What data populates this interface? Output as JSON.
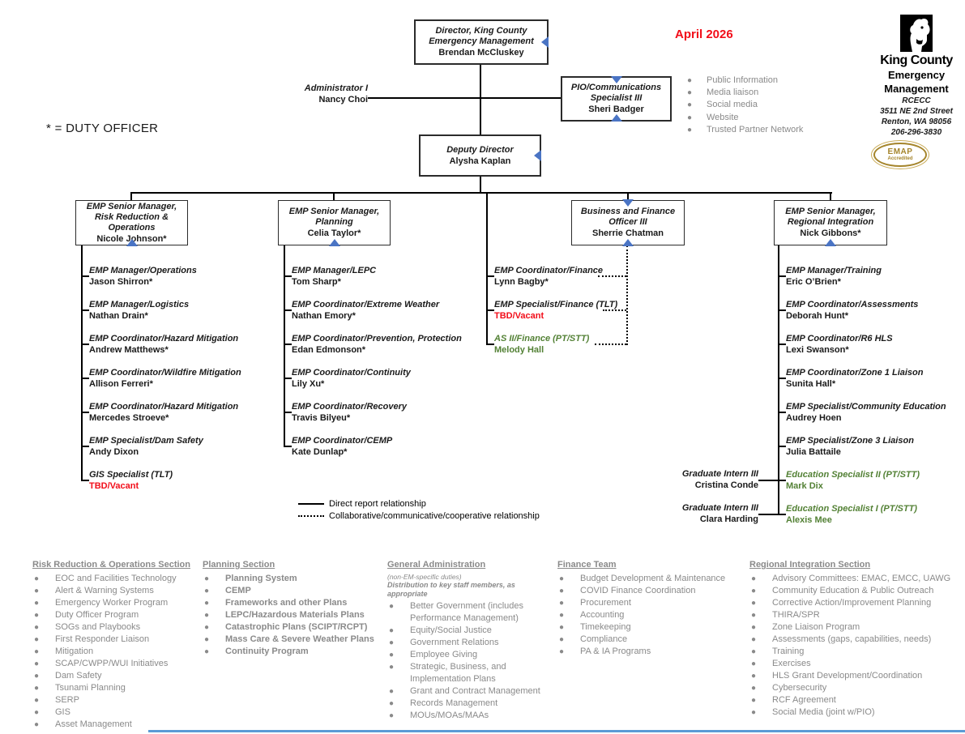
{
  "page": {
    "date_label": "April 2026",
    "duty_officer_note": "* = DUTY OFFICER",
    "colors": {
      "accent_red": "#f20d19",
      "role_green": "#538135",
      "muted_gray": "#8a8a8a",
      "marker_blue": "#4a74c4",
      "footer_bar_blue": "#5b9bd5"
    }
  },
  "logo": {
    "county": "King County",
    "dept1": "Emergency",
    "dept2": "Management",
    "facility": "RCECC",
    "address1": "3511 NE 2nd Street",
    "address2": "Renton, WA 98056",
    "phone": "206-296-3830",
    "badge_top": "EMAP",
    "badge_bottom": "Accredited"
  },
  "org": {
    "director": {
      "title": "Director, King County Emergency Management",
      "name": "Brendan McCluskey"
    },
    "administrator": {
      "title": "Administrator I",
      "name": "Nancy Choi"
    },
    "pio": {
      "title": "PIO/Communications Specialist III",
      "name": "Sheri Badger"
    },
    "pio_duties": [
      "Public Information",
      "Media liaison",
      "Social media",
      "Website",
      "Trusted Partner Network"
    ],
    "deputy": {
      "title": "Deputy Director",
      "name": "Alysha Kaplan"
    }
  },
  "columns": [
    {
      "box": {
        "title": "EMP Senior Manager, Risk Reduction & Operations",
        "name": "Nicole Johnson*"
      },
      "staff": [
        {
          "title": "EMP Manager/Operations",
          "name": "Jason Shirron*"
        },
        {
          "title": "EMP Manager/Logistics",
          "name": "Nathan Drain*"
        },
        {
          "title": "EMP Coordinator/Hazard Mitigation",
          "name": "Andrew Matthews*"
        },
        {
          "title": "EMP Coordinator/Wildfire Mitigation",
          "name": "Allison Ferreri*"
        },
        {
          "title": "EMP Coordinator/Hazard Mitigation",
          "name": "Mercedes Stroeve*"
        },
        {
          "title": "EMP Specialist/Dam Safety",
          "name": "Andy Dixon"
        },
        {
          "title": "GIS Specialist (TLT)",
          "name": "TBD/Vacant",
          "name_cls": "red"
        }
      ]
    },
    {
      "box": {
        "title": "EMP Senior Manager, Planning",
        "name": "Celia Taylor*"
      },
      "staff": [
        {
          "title": "EMP Manager/LEPC",
          "name": "Tom Sharp*"
        },
        {
          "title": "EMP Coordinator/Extreme Weather",
          "name": "Nathan Emory*"
        },
        {
          "title": "EMP Coordinator/Prevention, Protection",
          "name": "Edan Edmonson*"
        },
        {
          "title": "EMP Coordinator/Continuity",
          "name": "Lily Xu*"
        },
        {
          "title": "EMP Coordinator/Recovery",
          "name": "Travis Bilyeu*"
        },
        {
          "title": "EMP Coordinator/CEMP",
          "name": "Kate Dunlap*"
        }
      ]
    },
    {
      "box": {
        "title": "Business and Finance Officer III",
        "name": "Sherrie Chatman"
      },
      "staff": [
        {
          "title": "EMP Coordinator/Finance",
          "name": "Lynn Bagby*"
        },
        {
          "title": "EMP Specialist/Finance (TLT)",
          "name": "TBD/Vacant",
          "name_cls": "red"
        },
        {
          "title": "AS II/Finance (PT/STT)",
          "name": "Melody Hall",
          "title_cls": "green",
          "name_cls": "green"
        }
      ]
    },
    {
      "box": {
        "title": "EMP Senior Manager, Regional Integration",
        "name": "Nick Gibbons*"
      },
      "staff": [
        {
          "title": "EMP Manager/Training",
          "name": "Eric O’Brien*"
        },
        {
          "title": "EMP Coordinator/Assessments",
          "name": "Deborah Hunt*"
        },
        {
          "title": "EMP Coordinator/R6 HLS",
          "name": "Lexi Swanson*"
        },
        {
          "title": "EMP Coordinator/Zone 1 Liaison",
          "name": "Sunita Hall*"
        },
        {
          "title": "EMP Specialist/Community Education",
          "name": "Audrey Hoen"
        },
        {
          "title": "EMP Specialist/Zone 3 Liaison",
          "name": "Julia Battaile"
        },
        {
          "title": "Education Specialist II (PT/STT)",
          "name": "Mark Dix",
          "title_cls": "green",
          "name_cls": "green"
        },
        {
          "title": "Education Specialist I (PT/STT)",
          "name": "Alexis Mee",
          "title_cls": "green",
          "name_cls": "green"
        }
      ]
    }
  ],
  "interns": [
    {
      "title": "Graduate Intern III",
      "name": "Cristina Conde"
    },
    {
      "title": "Graduate Intern III",
      "name": "Clara Harding"
    }
  ],
  "legend": {
    "solid": "Direct report relationship",
    "dotted": "Collaborative/communicative/cooperative relationship"
  },
  "footer": {
    "sections": [
      {
        "heading": "Risk Reduction & Operations Section",
        "items": [
          "EOC and Facilities Technology",
          "Alert & Warning Systems",
          "Emergency Worker Program",
          "Duty Officer Program",
          "SOGs and Playbooks",
          "First Responder Liaison",
          "Mitigation",
          "SCAP/CWPP/WUI Initiatives",
          "Dam Safety",
          "Tsunami Planning",
          "SERP",
          "GIS",
          "Asset Management"
        ]
      },
      {
        "heading": "Planning Section",
        "items": [
          "Planning System",
          "CEMP",
          "Frameworks and other Plans",
          "LEPC/Hazardous Materials Plans",
          "Catastrophic Plans (SCIPT/RCPT)",
          "Mass Care & Severe Weather Plans",
          "Continuity Program"
        ]
      },
      {
        "heading": "General Administration",
        "note1": "(non-EM-specific duties)",
        "note2": "Distribution to key staff members, as appropriate",
        "items": [
          "Better Government (includes Performance Management)",
          "Equity/Social Justice",
          "Government Relations",
          "Employee Giving",
          "Strategic, Business, and Implementation Plans",
          "Grant and Contract Management",
          "Records Management",
          "MOUs/MOAs/MAAs"
        ]
      },
      {
        "heading": "Finance Team",
        "items": [
          "Budget Development & Maintenance",
          "COVID Finance Coordination",
          "Procurement",
          "Accounting",
          "Timekeeping",
          "Compliance",
          "PA & IA Programs"
        ]
      },
      {
        "heading": "Regional Integration Section",
        "items": [
          "Advisory Committees: EMAC, EMCC, UAWG",
          "Community Education & Public Outreach",
          "Corrective Action/Improvement Planning",
          "THIRA/SPR",
          "Zone Liaison Program",
          "Assessments (gaps, capabilities, needs)",
          "Training",
          "Exercises",
          "HLS Grant Development/Coordination",
          "Cybersecurity",
          "RCF Agreement",
          "Social Media (joint w/PIO)"
        ]
      }
    ]
  }
}
